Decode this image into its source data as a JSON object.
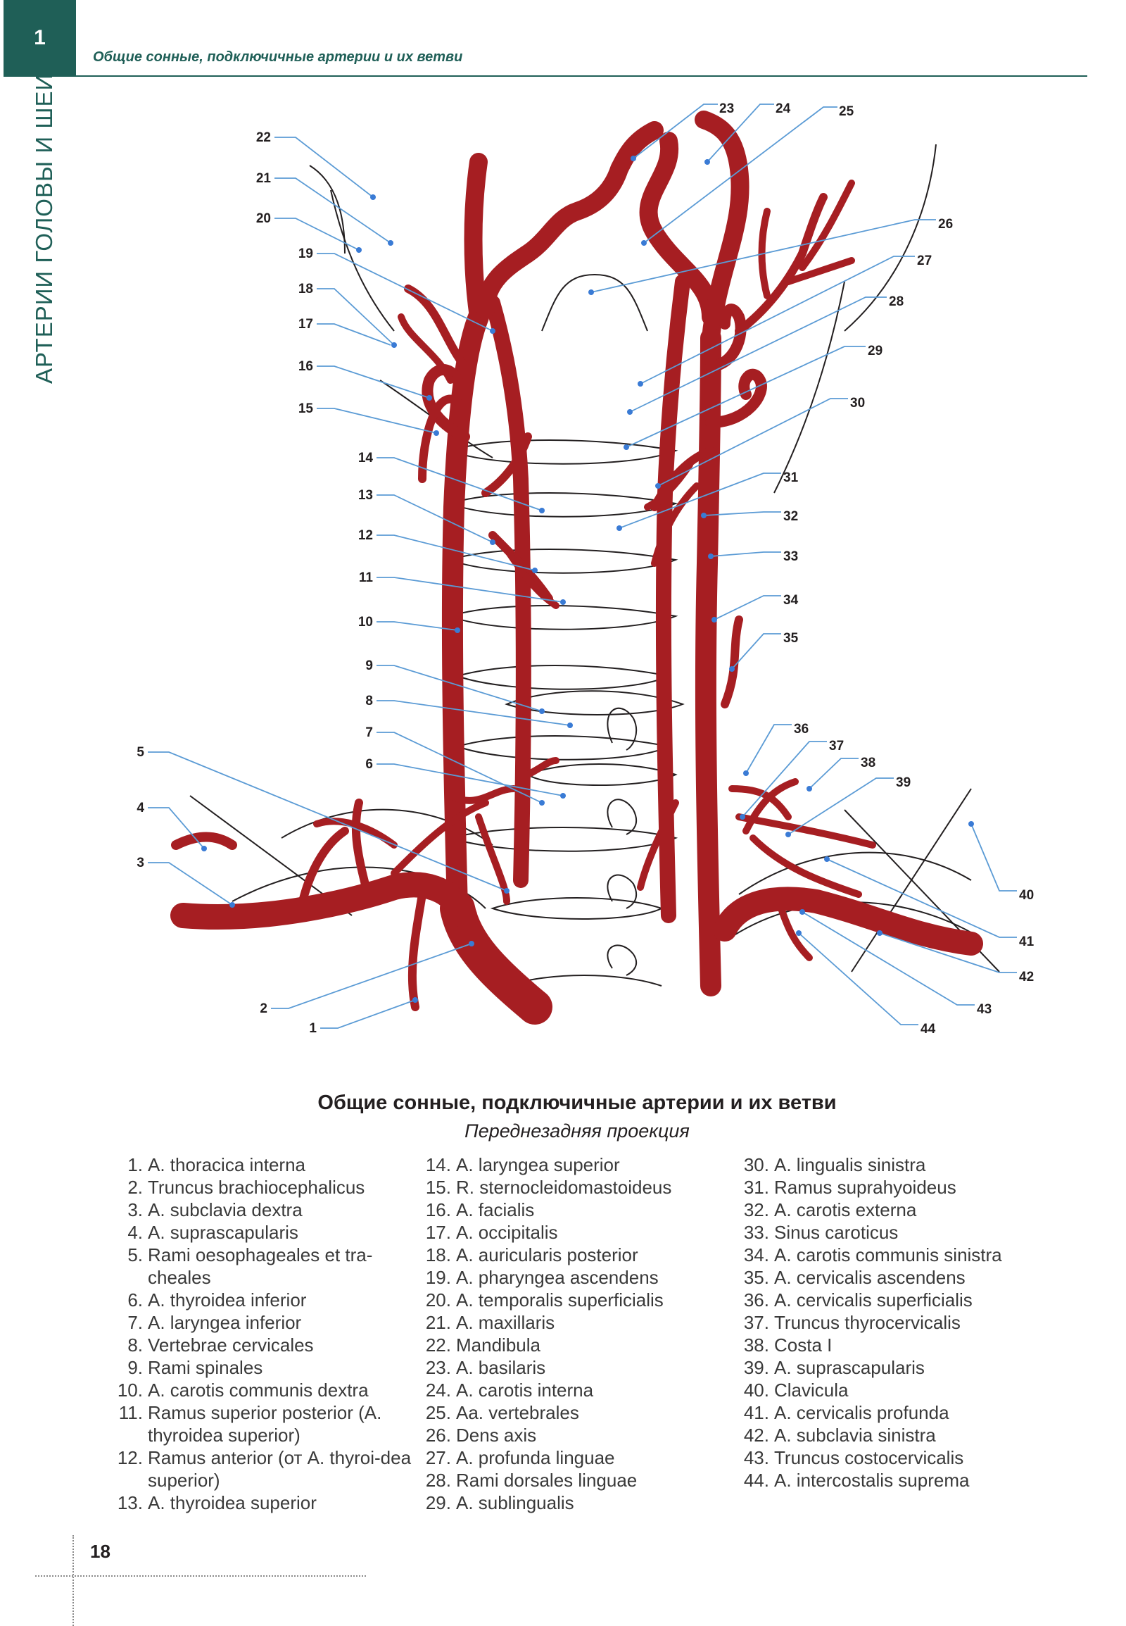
{
  "header": {
    "chapter_number": "1",
    "running_title": "Общие сонные, подключичные артерии и их ветви",
    "side_title": "АРТЕРИИ ГОЛОВЫ И ШЕИ",
    "accent_color": "#1f5f57"
  },
  "figure": {
    "artery_color": "#a61e22",
    "leader_color": "#5b9bd5",
    "left_callouts": [
      "22",
      "21",
      "20",
      "19",
      "18",
      "17",
      "16",
      "15",
      "14",
      "13",
      "12",
      "11",
      "10",
      "9",
      "8",
      "7",
      "6",
      "5",
      "4",
      "3",
      "2",
      "1"
    ],
    "top_callouts": [
      "23",
      "24",
      "25"
    ],
    "right_callouts": [
      "26",
      "27",
      "28",
      "29",
      "30",
      "31",
      "32",
      "33",
      "34",
      "35",
      "36",
      "37",
      "38",
      "39",
      "40",
      "41",
      "42",
      "43",
      "44"
    ]
  },
  "caption": {
    "title": "Общие сонные, подключичные артерии и их ветви",
    "subtitle": "Переднезадняя проекция"
  },
  "legend": {
    "col1": [
      {
        "n": "1.",
        "t": "A. thoracica interna"
      },
      {
        "n": "2.",
        "t": "Truncus brachiocephalicus"
      },
      {
        "n": "3.",
        "t": "A. subclavia dextra"
      },
      {
        "n": "4.",
        "t": "A. suprascapularis"
      },
      {
        "n": "5.",
        "t": "Rami oesophageales et tra-cheales"
      },
      {
        "n": "6.",
        "t": "A. thyroidea inferior"
      },
      {
        "n": "7.",
        "t": "A. laryngea inferior"
      },
      {
        "n": "8.",
        "t": "Vertebrae cervicales"
      },
      {
        "n": "9.",
        "t": "Rami spinales"
      },
      {
        "n": "10.",
        "t": "A. carotis communis dextra"
      },
      {
        "n": "11.",
        "t": "Ramus superior posterior (A. thyroidea superior)"
      },
      {
        "n": "12.",
        "t": "Ramus anterior (от A. thyroi-dea superior)"
      },
      {
        "n": "13.",
        "t": "A. thyroidea superior"
      }
    ],
    "col2": [
      {
        "n": "14.",
        "t": "A. laryngea superior"
      },
      {
        "n": "15.",
        "t": "R. sternocleidomastoideus"
      },
      {
        "n": "16.",
        "t": "A. facialis"
      },
      {
        "n": "17.",
        "t": "A. occipitalis"
      },
      {
        "n": "18.",
        "t": "A. auricularis posterior"
      },
      {
        "n": "19.",
        "t": "A. pharyngea ascendens"
      },
      {
        "n": "20.",
        "t": "A. temporalis superficialis"
      },
      {
        "n": "21.",
        "t": "A. maxillaris"
      },
      {
        "n": "22.",
        "t": "Mandibula"
      },
      {
        "n": "23.",
        "t": "A. basilaris"
      },
      {
        "n": "24.",
        "t": "A. carotis interna"
      },
      {
        "n": "25.",
        "t": "Aa. vertebrales"
      },
      {
        "n": "26.",
        "t": "Dens axis"
      },
      {
        "n": "27.",
        "t": "A. profunda linguae"
      },
      {
        "n": "28.",
        "t": "Rami dorsales linguae"
      },
      {
        "n": "29.",
        "t": "A. sublingualis"
      }
    ],
    "col3": [
      {
        "n": "30.",
        "t": "A. lingualis sinistra"
      },
      {
        "n": "31.",
        "t": "Ramus suprahyoideus"
      },
      {
        "n": "32.",
        "t": "A. carotis externa"
      },
      {
        "n": "33.",
        "t": "Sinus caroticus"
      },
      {
        "n": "34.",
        "t": "A. carotis communis sinistra"
      },
      {
        "n": "35.",
        "t": "A. cervicalis ascendens"
      },
      {
        "n": "36.",
        "t": "A. cervicalis superficialis"
      },
      {
        "n": "37.",
        "t": "Truncus thyrocervicalis"
      },
      {
        "n": "38.",
        "t": "Costa I"
      },
      {
        "n": "39.",
        "t": "A. suprascapularis"
      },
      {
        "n": "40.",
        "t": "Clavicula"
      },
      {
        "n": "41.",
        "t": "A. cervicalis profunda"
      },
      {
        "n": "42.",
        "t": "A. subclavia sinistra"
      },
      {
        "n": "43.",
        "t": "Truncus costocervicalis"
      },
      {
        "n": "44.",
        "t": "A. intercostalis suprema"
      }
    ]
  },
  "page_number": "18"
}
